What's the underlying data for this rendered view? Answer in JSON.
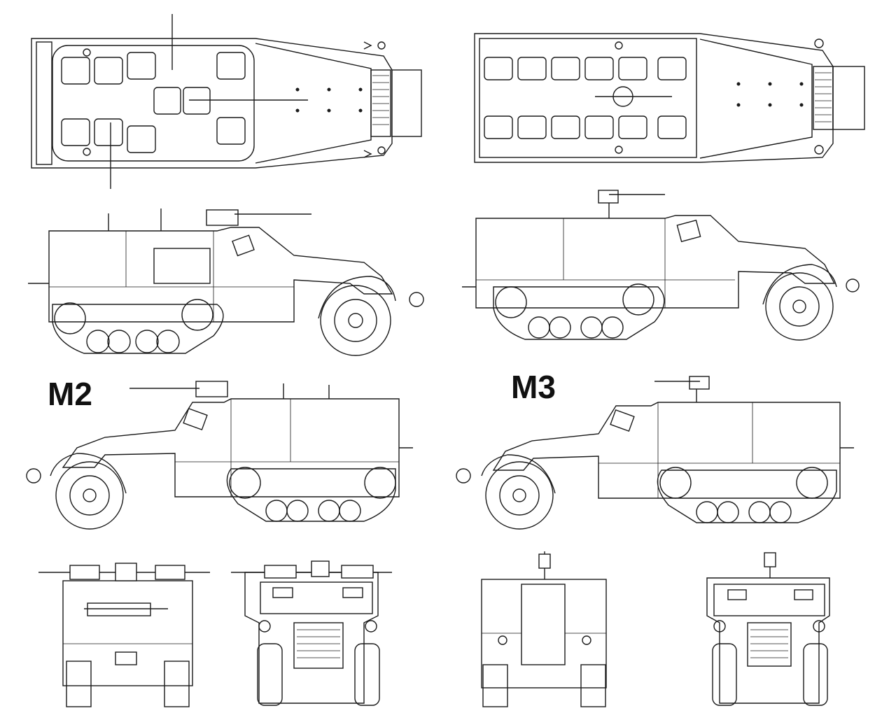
{
  "labels": {
    "m2": "M2",
    "m3": "M3"
  },
  "views": [
    {
      "vehicle": "M2",
      "view": "top"
    },
    {
      "vehicle": "M2",
      "view": "left-side"
    },
    {
      "vehicle": "M2",
      "view": "right-side"
    },
    {
      "vehicle": "M2",
      "view": "rear"
    },
    {
      "vehicle": "M2",
      "view": "front"
    },
    {
      "vehicle": "M3",
      "view": "top"
    },
    {
      "vehicle": "M3",
      "view": "left-side"
    },
    {
      "vehicle": "M3",
      "view": "right-side"
    },
    {
      "vehicle": "M3",
      "view": "rear"
    },
    {
      "vehicle": "M3",
      "view": "front"
    }
  ],
  "colors": {
    "line": "#1a1a1a",
    "background": "#ffffff"
  }
}
